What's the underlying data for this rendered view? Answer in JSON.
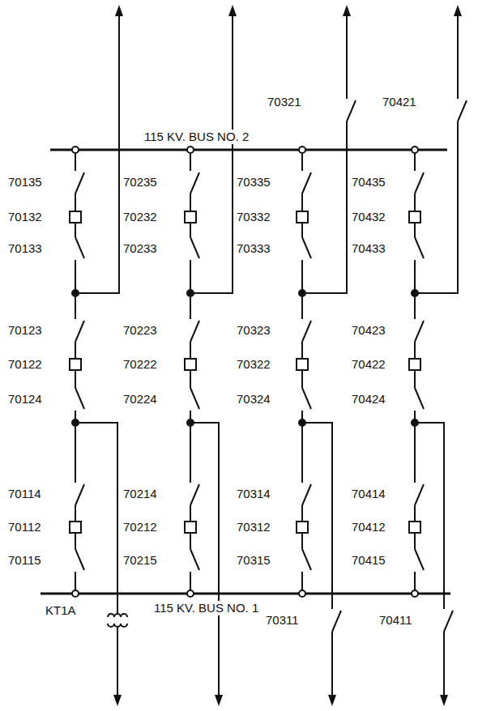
{
  "diagram": {
    "labels": [
      "70321",
      "70421",
      "115 KV. BUS NO. 2",
      "70135",
      "70235",
      "70335",
      "70435",
      "70132",
      "70232",
      "70332",
      "70432",
      "70133",
      "70233",
      "70333",
      "70433",
      "70123",
      "70223",
      "70323",
      "70423",
      "70122",
      "70222",
      "70322",
      "70422",
      "70124",
      "70224",
      "70324",
      "70424",
      "70114",
      "70214",
      "70314",
      "70414",
      "70112",
      "70212",
      "70312",
      "70412",
      "70115",
      "70215",
      "70315",
      "70415",
      "KT1A",
      "115 KV. BUS NO. 1",
      "70311",
      "70411"
    ]
  }
}
